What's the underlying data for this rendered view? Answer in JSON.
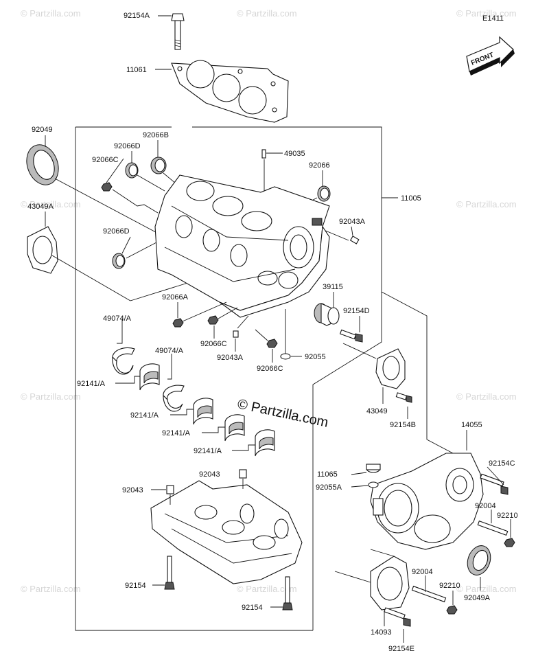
{
  "diagram_code": "E1411",
  "front_label": "FRONT",
  "center_watermark": "© Partzilla.com",
  "corner_watermark": "© Partzilla.com",
  "labels": {
    "p92154A": "92154A",
    "p11061": "11061",
    "p92049": "92049",
    "p92066B": "92066B",
    "p92066D_top": "92066D",
    "p92066C_top": "92066C",
    "p49035": "49035",
    "p92066": "92066",
    "p11005": "11005",
    "p43049A": "43049A",
    "p92066D_mid": "92066D",
    "p92043A_right": "92043A",
    "p39115": "39115",
    "p92154D": "92154D",
    "p92066A": "92066A",
    "p49074A_1": "49074/A",
    "p92066C_mid": "92066C",
    "p92043A_mid": "92043A",
    "p92055": "92055",
    "p92066C_low": "92066C",
    "p49074A_2": "49074/A",
    "p92141A_1": "92141/A",
    "p43049": "43049",
    "p92154B": "92154B",
    "p92141A_2": "92141/A",
    "p92141A_3": "92141/A",
    "p92141A_4": "92141/A",
    "p14055": "14055",
    "p92043_top": "92043",
    "p11065": "11065",
    "p92154C": "92154C",
    "p92043_left": "92043",
    "p92055A": "92055A",
    "p92004_right": "92004",
    "p92210_right": "92210",
    "p92154": "92154",
    "p92004_low": "92004",
    "p92210_low": "92210",
    "p92049A": "92049A",
    "p92154_low": "92154",
    "p14093": "14093",
    "p92154E": "92154E"
  }
}
